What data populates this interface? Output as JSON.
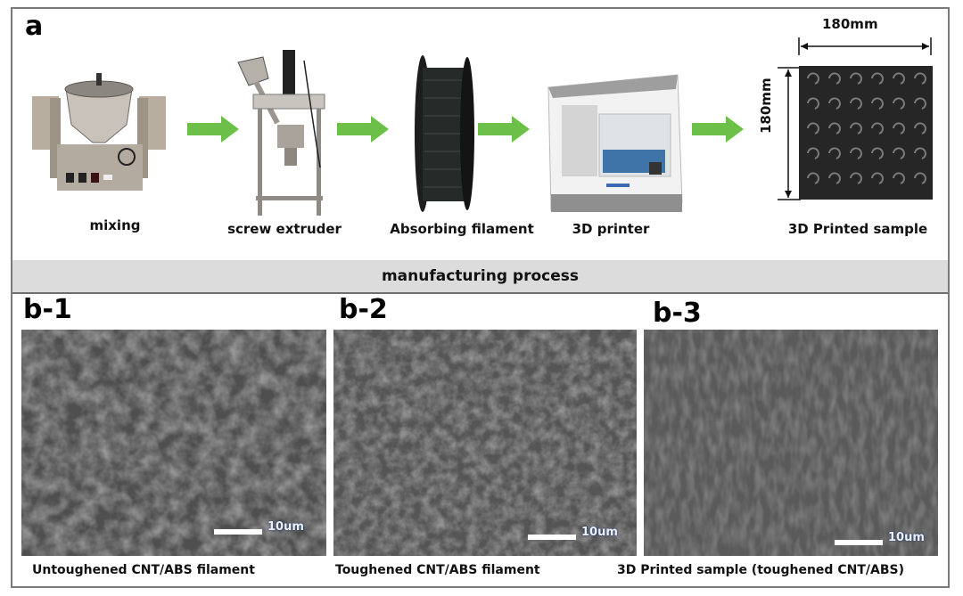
{
  "figure": {
    "panel_a": {
      "label": "a",
      "steps": [
        {
          "caption": "mixing",
          "icon": "mixer-machine-icon"
        },
        {
          "caption": "screw extruder",
          "icon": "screw-extruder-icon"
        },
        {
          "caption": "Absorbing filament",
          "icon": "filament-spool-icon"
        },
        {
          "caption": "3D printer",
          "icon": "3d-printer-icon"
        },
        {
          "caption": "3D Printed sample",
          "icon": "printed-sample-icon"
        }
      ],
      "dimension_width": "180mm",
      "dimension_height": "180mm",
      "arrow_color": "#6cc04a"
    },
    "band_label": "manufacturing process",
    "panel_b": [
      {
        "label": "b-1",
        "caption": "Untoughened CNT/ABS filament",
        "scale": "10um"
      },
      {
        "label": "b-2",
        "caption": "Toughened CNT/ABS filament",
        "scale": "10um"
      },
      {
        "label": "b-3",
        "caption": "3D Printed sample (toughened CNT/ABS)",
        "scale": "10um"
      }
    ]
  }
}
